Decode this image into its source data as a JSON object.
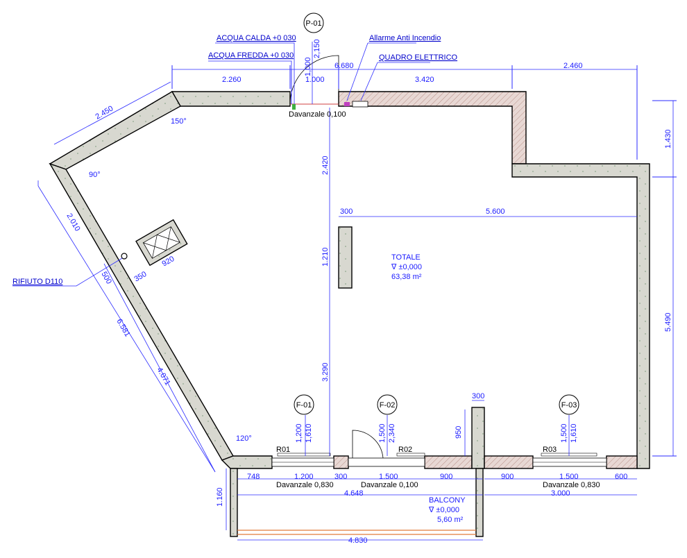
{
  "bubbles": {
    "p01": "P-01",
    "f01": "F-01",
    "f02": "F-02",
    "f03": "F-03"
  },
  "callouts": {
    "acqua_calda": "ACQUA CALDA +0 030",
    "acqua_fredda": "ACQUA FREDDA +0 030",
    "allarme": "Allarme Anti Incendio",
    "quadro": "QUADRO ELETTRICO",
    "rifiuto": "RIFIUTO D110"
  },
  "room": {
    "name": "TOTALE",
    "level": "∇ ±0,000",
    "area": "63,38 m²"
  },
  "balcony": {
    "name": "BALCONY",
    "level": "∇ ±0,000",
    "area": "5,60 m²"
  },
  "angles": {
    "a150": "150°",
    "a90": "90°",
    "a120": "120°"
  },
  "sill": {
    "top": "Davanzale 0,100",
    "r01": "Davanzale 0,830",
    "door": "Davanzale 0,100",
    "r03": "Davanzale 0,830"
  },
  "windows": {
    "r01": "R01",
    "r02": "R02",
    "r03": "R03"
  },
  "dims": {
    "top_2260": "2.260",
    "top_1000": "1.000",
    "top_3420": "3.420",
    "top_2460": "2.460",
    "top_6680": "6.680",
    "door_1000": "1,000",
    "door_2150": "2,150",
    "right_1430": "1.430",
    "right_5490": "5.490",
    "mid_2420": "2.420",
    "mid_1210": "1.210",
    "mid_3290": "3.290",
    "col_300": "300",
    "span_5600": "5.600",
    "diag_2450": "2.450",
    "diag_2010": "2.010",
    "diag_6581": "6.581",
    "diag_4071": "4.071",
    "diag_500": "500",
    "diag_350": "350",
    "shaft_920": "920",
    "f01_1200": "1,200",
    "f01_1610": "1,610",
    "f02_1500": "1,500",
    "f02_2340": "2,340",
    "f03_1500": "1,500",
    "f03_1610": "1,610",
    "pier_300": "300",
    "pier_950": "950",
    "bot_748": "748",
    "bot_1200": "1.200",
    "bot_300": "300",
    "bot_1500": "1.500",
    "bot_900a": "900",
    "bot_900b": "900",
    "bot_1500b": "1.500",
    "bot_600": "600",
    "bot_4648": "4.648",
    "bot_3000": "3.000",
    "bal_1160": "1.160",
    "bal_4830": "4.830"
  }
}
